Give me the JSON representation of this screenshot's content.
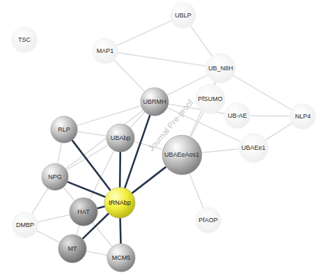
{
  "diagram": {
    "nodes": [
      {
        "text": [
          "TSC"
        ]
      },
      {
        "text": [
          "UBLP"
        ]
      },
      {
        "text": [
          "MAP1"
        ]
      },
      {
        "text": [
          "UB_N8H"
        ]
      },
      {
        "text": [
          "PfSUMO"
        ]
      },
      {
        "text": [
          "UBRMH"
        ]
      },
      {
        "text": [
          "NLP4"
        ]
      },
      {
        "text": [
          "UB-AE"
        ]
      },
      {
        "text": [
          "RLP"
        ]
      },
      {
        "text": [
          "UBAbp"
        ]
      },
      {
        "text": [
          "UBAEe1"
        ]
      },
      {
        "text": [
          "UBAEeAos1"
        ]
      },
      {
        "text": [
          "NPG"
        ]
      },
      {
        "text": [
          "tRNAbp"
        ]
      },
      {
        "text": [
          "HAT"
        ]
      },
      {
        "text": [
          "DMBP"
        ]
      },
      {
        "text": [
          "PfAOP"
        ]
      },
      {
        "text": [
          "MT"
        ]
      },
      {
        "text": [
          "MCM5"
        ]
      }
    ],
    "edges": [
      {
        "from": 2,
        "to": 1,
        "arrow": "none"
      },
      {
        "from": 2,
        "to": 3,
        "arrow": "none"
      },
      {
        "from": 2,
        "to": 5,
        "arrow": "none"
      },
      {
        "from": 1,
        "to": 3,
        "arrow": "none"
      },
      {
        "from": 3,
        "to": 5,
        "arrow": "none"
      },
      {
        "from": 3,
        "to": 4,
        "arrow": "none"
      },
      {
        "from": 3,
        "to": 6,
        "arrow": "none"
      },
      {
        "from": 3,
        "to": 11,
        "arrow": "none"
      },
      {
        "from": 7,
        "to": 6,
        "arrow": "none"
      },
      {
        "from": 10,
        "to": 6,
        "arrow": "none"
      },
      {
        "from": 4,
        "to": 11,
        "arrow": "none"
      },
      {
        "from": 5,
        "to": 8,
        "arrow": "none"
      },
      {
        "from": 5,
        "to": 9,
        "arrow": "none"
      },
      {
        "from": 5,
        "to": 12,
        "arrow": "none"
      },
      {
        "from": 5,
        "to": 7,
        "arrow": "none"
      },
      {
        "from": 5,
        "to": 10,
        "arrow": "none"
      },
      {
        "from": 9,
        "to": 11,
        "arrow": "none"
      },
      {
        "from": 9,
        "to": 8,
        "arrow": "none"
      },
      {
        "from": 9,
        "to": 12,
        "arrow": "none"
      },
      {
        "from": 8,
        "to": 12,
        "arrow": "none"
      },
      {
        "from": 12,
        "to": 14,
        "arrow": "none"
      },
      {
        "from": 12,
        "to": 15,
        "arrow": "none"
      },
      {
        "from": 14,
        "to": 15,
        "arrow": "none"
      },
      {
        "from": 14,
        "to": 17,
        "arrow": "none"
      },
      {
        "from": 17,
        "to": 18,
        "arrow": "none"
      },
      {
        "from": 14,
        "to": 18,
        "arrow": "none"
      },
      {
        "from": 15,
        "to": 17,
        "arrow": "none"
      },
      {
        "from": 11,
        "to": 16,
        "arrow": "none"
      },
      {
        "from": 11,
        "to": 10,
        "arrow": "none"
      },
      {
        "from": 9,
        "to": 14,
        "arrow": "none"
      },
      {
        "from": 13,
        "to": 5,
        "arrow": "none"
      },
      {
        "from": 13,
        "to": 8,
        "arrow": "none"
      },
      {
        "from": 13,
        "to": 9,
        "arrow": "none"
      },
      {
        "from": 13,
        "to": 11,
        "arrow": "none"
      },
      {
        "from": 13,
        "to": 12,
        "arrow": "none"
      },
      {
        "from": 13,
        "to": 14,
        "arrow": "none"
      },
      {
        "from": 13,
        "to": 17,
        "arrow": "none"
      },
      {
        "from": 13,
        "to": 18,
        "arrow": "none"
      }
    ],
    "labels": [
      "Journal Pre-proof"
    ]
  }
}
